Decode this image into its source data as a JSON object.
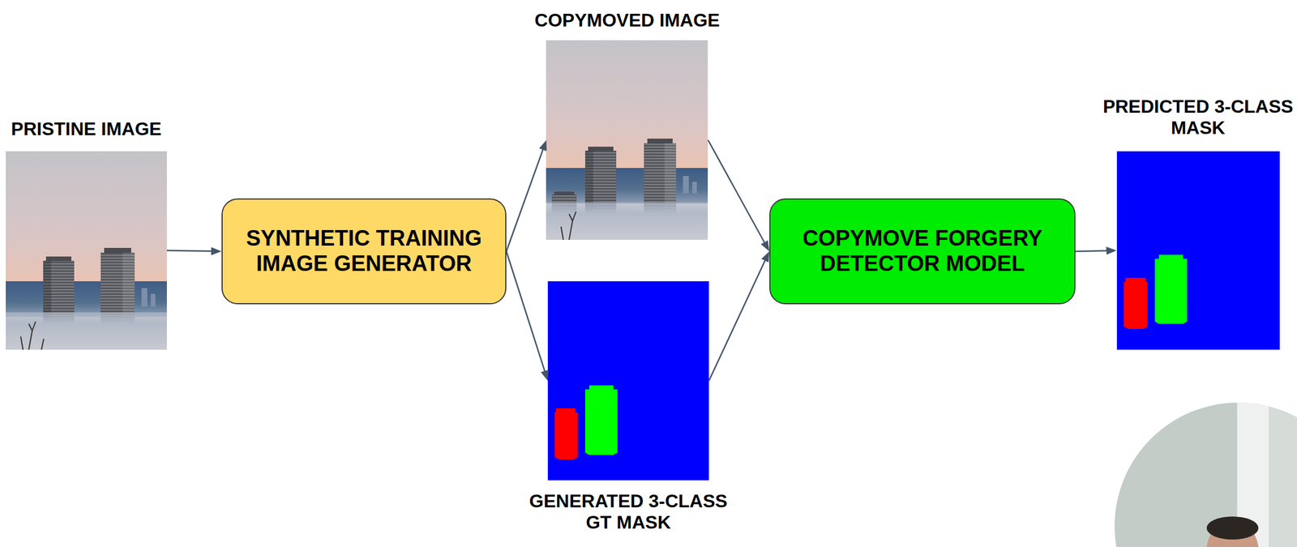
{
  "diagram": {
    "nodes": [
      {
        "text": [
          "PRISTINE IMAGE"
        ]
      },
      {
        "text": [
          "SYNTHETIC TRAINING IMAGE GENERATOR"
        ]
      },
      {
        "text": [
          "COPYMOVED IMAGE"
        ]
      },
      {
        "text": [
          "GENERATED 3-CLASS GT MASK"
        ]
      },
      {
        "text": [
          "COPYMOVE FORGERY DETECTOR MODEL"
        ]
      },
      {
        "text": [
          "PREDICTED 3-CLASS MASK"
        ]
      }
    ],
    "edges": [
      {
        "from": 0,
        "to": 1,
        "arrow": "to"
      },
      {
        "from": 1,
        "to": 2,
        "arrow": "to"
      },
      {
        "from": 1,
        "to": 3,
        "arrow": "to"
      },
      {
        "from": 2,
        "to": 4,
        "arrow": "to"
      },
      {
        "from": 3,
        "to": 4,
        "arrow": "to"
      },
      {
        "from": 4,
        "to": 5,
        "arrow": "to"
      }
    ]
  }
}
